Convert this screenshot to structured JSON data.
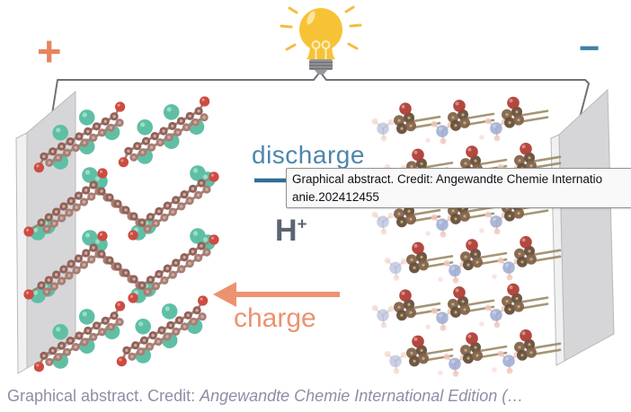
{
  "figure": {
    "plus_label": "+",
    "minus_label": "−",
    "discharge_label": "discharge",
    "proton_label": "H",
    "proton_superscript": "+",
    "charge_label": "charge"
  },
  "tooltip": {
    "line1": "Graphical abstract. Credit: Angewandte Chemie Internatio",
    "line2": "anie.202412455"
  },
  "caption": {
    "prefix": "Graphical abstract. Credit: ",
    "source_italic": "Angewandte Chemie International Edition (…"
  },
  "icons": {
    "light_bulb": "light-bulb-icon"
  },
  "colors": {
    "positive_terminal": "#e8845c",
    "negative_terminal": "#3e80a8",
    "discharge_text": "#4d86ac",
    "discharge_arrow": "#2e7092",
    "charge_arrow": "#ec9270",
    "proton_text": "#5a6472",
    "bulb_yellow": "#f7c336",
    "bulb_rays": "#f3bd3e",
    "bulb_base_gray": "#97979c",
    "wire_gray": "#707076",
    "electrode_face": "#d6d6d8",
    "electrode_edge": "#f1f1f2",
    "electrode_outline": "#b9b9bc",
    "tooltip_bg": "#f9f9f9",
    "tooltip_border": "#8f8f8f",
    "tooltip_text": "#101018",
    "caption_text": "#8d8ea6",
    "molecules": {
      "left": {
        "teal": "#5fbfa5",
        "teal_hi": "#9adec9",
        "brown": "#916159",
        "brown2": "#a87d74",
        "dot": "#cdaea2",
        "red": "#cd4b42",
        "bond": "#a08377"
      },
      "right": {
        "dark_brown": "#5d4632",
        "brown": "#7b5b41",
        "gold_dot": "#c8a96a",
        "red": "#ab342c",
        "red_hi": "#d98b82",
        "blue": "#97a6cf",
        "blue_hi": "#c6d0ea",
        "pink": "#efc6b6",
        "bond": "#9c8a66",
        "h_bond": "#d9b8a8"
      }
    }
  }
}
